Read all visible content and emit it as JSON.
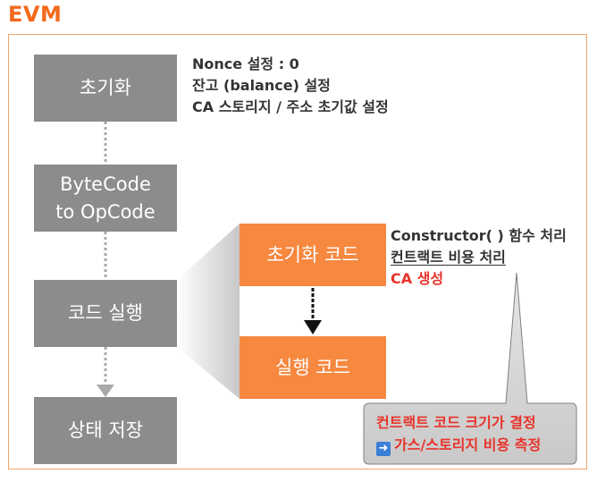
{
  "title": "EVM",
  "steps": [
    {
      "label": "초기화"
    },
    {
      "label": "ByteCode\nto OpCode"
    },
    {
      "label": "코드 실행"
    },
    {
      "label": "상태 저장"
    }
  ],
  "init_notes": [
    "Nonce 설정 : 0",
    "잔고 (balance) 설정",
    "CA 스토리지 / 주소 초기값 설정"
  ],
  "sub_steps": [
    {
      "label": "초기화 코드"
    },
    {
      "label": "실행 코드"
    }
  ],
  "init_code_notes": {
    "line1": "Constructor( ) 함수 처리",
    "line2": "컨트랙트 비용 처리",
    "line3": "CA 생성"
  },
  "callout": {
    "line1": "컨트랙트 코드 크기가 결정",
    "line2": "가스/스토리지 비용 측정",
    "icon": "right-arrow-icon"
  },
  "colors": {
    "accent": "#f26a1b",
    "gray_box": "#8c8c8c",
    "orange_box": "#f6883f",
    "highlight_red": "#e8332a"
  }
}
